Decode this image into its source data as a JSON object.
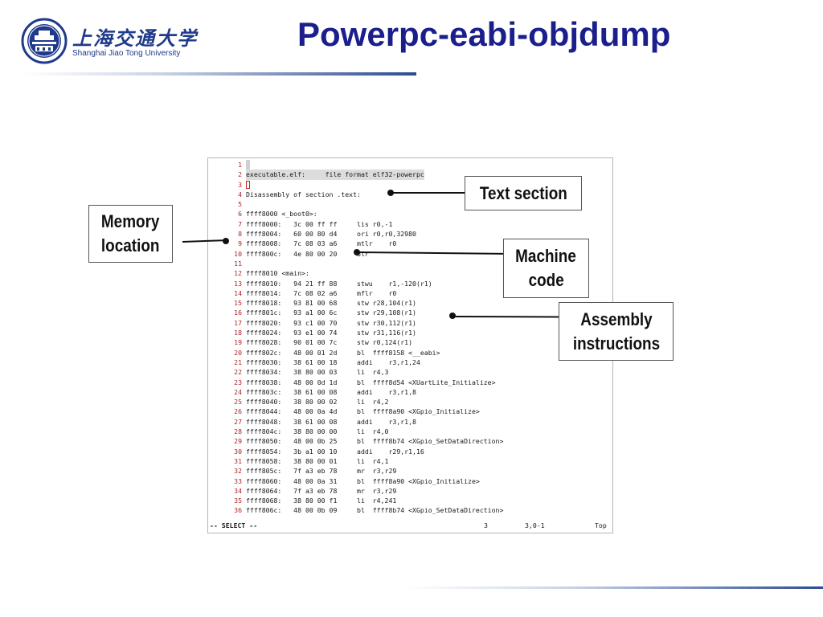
{
  "header": {
    "logo_cn": "上海交通大学",
    "logo_en": "Shanghai Jiao Tong University",
    "title": "Powerpc-eabi-objdump"
  },
  "terminal": {
    "lines": [
      {
        "num": "1",
        "text": ""
      },
      {
        "num": "2",
        "text": "executable.elf:     file format elf32-powerpc"
      },
      {
        "num": "3",
        "text": ""
      },
      {
        "num": "4",
        "text": "Disassembly of section .text:"
      },
      {
        "num": "5",
        "text": ""
      },
      {
        "num": "6",
        "text": "ffff8000 <_boot0>:"
      },
      {
        "num": "7",
        "text": "ffff8000:   3c 00 ff ff     lis r0,-1"
      },
      {
        "num": "8",
        "text": "ffff8004:   60 00 80 d4     ori r0,r0,32980"
      },
      {
        "num": "9",
        "text": "ffff8008:   7c 08 03 a6     mtlr    r0"
      },
      {
        "num": "10",
        "text": "ffff800c:   4e 80 00 20     blr"
      },
      {
        "num": "11",
        "text": ""
      },
      {
        "num": "12",
        "text": "ffff8010 <main>:"
      },
      {
        "num": "13",
        "text": "ffff8010:   94 21 ff 88     stwu    r1,-120(r1)"
      },
      {
        "num": "14",
        "text": "ffff8014:   7c 08 02 a6     mflr    r0"
      },
      {
        "num": "15",
        "text": "ffff8018:   93 81 00 68     stw r28,104(r1)"
      },
      {
        "num": "16",
        "text": "ffff801c:   93 a1 00 6c     stw r29,108(r1)"
      },
      {
        "num": "17",
        "text": "ffff8020:   93 c1 00 70     stw r30,112(r1)"
      },
      {
        "num": "18",
        "text": "ffff8024:   93 e1 00 74     stw r31,116(r1)"
      },
      {
        "num": "19",
        "text": "ffff8028:   90 01 00 7c     stw r0,124(r1)"
      },
      {
        "num": "20",
        "text": "ffff802c:   48 00 01 2d     bl  ffff8158 <__eabi>"
      },
      {
        "num": "21",
        "text": "ffff8030:   38 61 00 18     addi    r3,r1,24"
      },
      {
        "num": "22",
        "text": "ffff8034:   38 80 00 03     li  r4,3"
      },
      {
        "num": "23",
        "text": "ffff8038:   48 00 0d 1d     bl  ffff8d54 <XUartLite_Initialize>"
      },
      {
        "num": "24",
        "text": "ffff803c:   38 61 00 08     addi    r3,r1,8"
      },
      {
        "num": "25",
        "text": "ffff8040:   38 80 00 02     li  r4,2"
      },
      {
        "num": "26",
        "text": "ffff8044:   48 00 0a 4d     bl  ffff8a90 <XGpio_Initialize>"
      },
      {
        "num": "27",
        "text": "ffff8048:   38 61 00 08     addi    r3,r1,8"
      },
      {
        "num": "28",
        "text": "ffff804c:   38 80 00 00     li  r4,0"
      },
      {
        "num": "29",
        "text": "ffff8050:   48 00 0b 25     bl  ffff8b74 <XGpio_SetDataDirection>"
      },
      {
        "num": "30",
        "text": "ffff8054:   3b a1 00 10     addi    r29,r1,16"
      },
      {
        "num": "31",
        "text": "ffff8058:   38 80 00 01     li  r4,1"
      },
      {
        "num": "32",
        "text": "ffff805c:   7f a3 eb 78     mr  r3,r29"
      },
      {
        "num": "33",
        "text": "ffff8060:   48 00 0a 31     bl  ffff8a90 <XGpio_Initialize>"
      },
      {
        "num": "34",
        "text": "ffff8064:   7f a3 eb 78     mr  r3,r29"
      },
      {
        "num": "35",
        "text": "ffff8068:   38 80 00 f1     li  r4,241"
      },
      {
        "num": "36",
        "text": "ffff806c:   48 00 0b 09     bl  ffff8b74 <XGpio_SetDataDirection>"
      }
    ],
    "status": {
      "mode": "-- SELECT --",
      "count": "3",
      "position": "3,0-1",
      "scroll": "Top"
    }
  },
  "callouts": {
    "text_section": "Text section",
    "memory_location_1": "Memory",
    "memory_location_2": "location",
    "machine_code_1": "Machine",
    "machine_code_2": "code",
    "assembly_1": "Assembly",
    "assembly_2": "instructions"
  }
}
